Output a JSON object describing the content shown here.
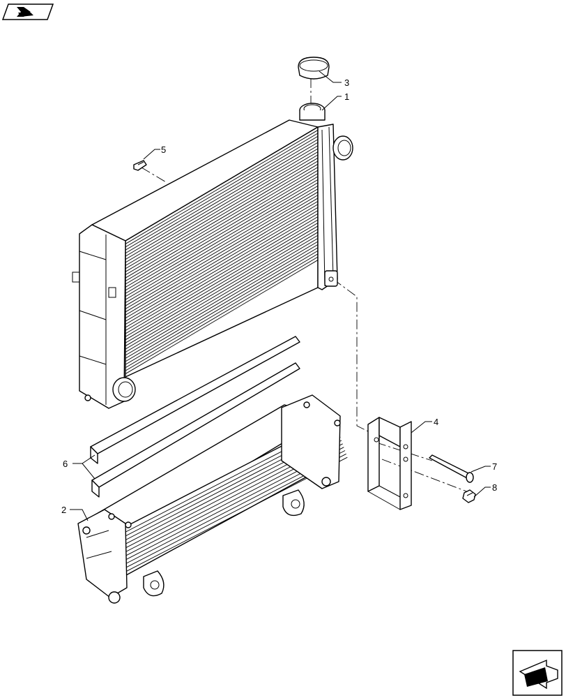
{
  "callouts": {
    "c1": "1",
    "c2": "2",
    "c3": "3",
    "c4": "4",
    "c5": "5",
    "c6": "6",
    "c7": "7",
    "c8": "8"
  },
  "icons": {
    "top_left": "return-to-index-icon",
    "bottom_right": "next-page-arrow-icon"
  },
  "colors": {
    "ink": "#000000",
    "paper": "#ffffff"
  }
}
